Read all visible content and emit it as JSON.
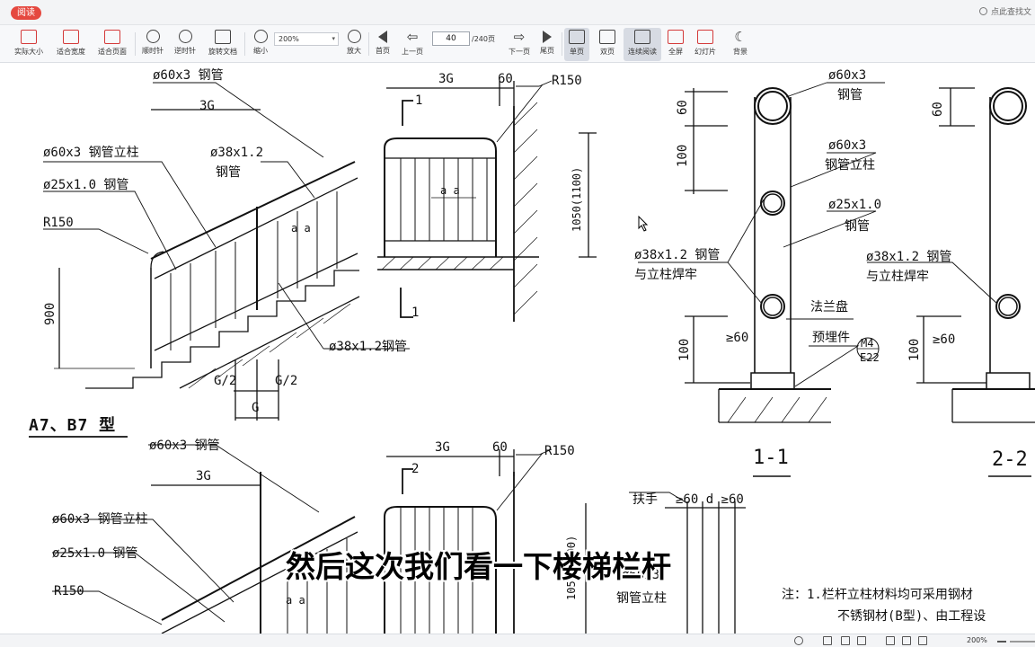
{
  "titlebar": {
    "badge": "阅读",
    "search_text": "点此查找文"
  },
  "toolbar": {
    "buttons": [
      {
        "label": "实际大小",
        "icon": "actual-size-icon"
      },
      {
        "label": "适合宽度",
        "icon": "fit-width-icon"
      },
      {
        "label": "适合页面",
        "icon": "fit-page-icon"
      },
      {
        "label": "顺时针",
        "icon": "rotate-clockwise-icon"
      },
      {
        "label": "逆时针",
        "icon": "rotate-counterclockwise-icon"
      },
      {
        "label": "旋转文档",
        "icon": "rotate-document-icon"
      },
      {
        "label": "缩小",
        "icon": "zoom-out-icon"
      },
      {
        "label": "放大",
        "icon": "zoom-in-icon"
      },
      {
        "label": "首页",
        "icon": "first-page-icon"
      },
      {
        "label": "上一页",
        "icon": "previous-page-icon"
      },
      {
        "label": "下一页",
        "icon": "next-page-icon"
      },
      {
        "label": "尾页",
        "icon": "last-page-icon"
      },
      {
        "label": "单页",
        "icon": "single-page-icon"
      },
      {
        "label": "双页",
        "icon": "double-page-icon"
      },
      {
        "label": "连续阅读",
        "icon": "continuous-reading-icon"
      },
      {
        "label": "全屏",
        "icon": "fullscreen-icon"
      },
      {
        "label": "幻灯片",
        "icon": "slideshow-icon"
      },
      {
        "label": "背景",
        "icon": "background-icon"
      }
    ],
    "zoom_value": "200%",
    "current_page": "40",
    "total_pages": "/240页"
  },
  "document": {
    "labels": {
      "tl_pipe60": "ø60x3 钢管",
      "tl_3g": "3G",
      "tl_post": "ø60x3 钢管立柱",
      "tl_38a": "ø38x1.2",
      "tl_38b": "钢管",
      "tl_25": "ø25x1.0 钢管",
      "tl_r150": "R150",
      "tl_aa": "a a",
      "tl_900": "900",
      "tl_38c": "ø38x1.2钢管",
      "tl_g2a": "G/2",
      "tl_g2b": "G/2",
      "tl_g": "G",
      "type_a7b7": "A7、B7 型",
      "s1_3g": "3G",
      "s1_60": "60",
      "s1_r150": "R150",
      "s1_mark": "1",
      "s1_aa": "a a",
      "s1_1050": "1050(1100)",
      "s1_l1": "1",
      "sec_60x3": "ø60x3",
      "sec_pipe": "钢管",
      "sec_60": "60",
      "sec_100a": "100",
      "sec_60x3b": "ø60x3",
      "sec_postb": "钢管立柱",
      "sec_25": "ø25x1.0",
      "sec_25b": "钢管",
      "sec_38": "ø38x1.2 钢管",
      "sec_weld": "与立柱焊牢",
      "sec_flange": "法兰盘",
      "sec_embed": "预埋件",
      "sec_ge60": "≥60",
      "sec_100b": "100",
      "sec_m4": "M4",
      "sec_e22": "E22",
      "sec_11": "1-1",
      "sec2_60": "60",
      "sec2_38": "ø38x1.2 钢管",
      "sec2_weld": "与立柱焊牢",
      "sec2_ge60": "≥60",
      "sec2_100": "100",
      "sec_22": "2-2",
      "bl_pipe60": "ø60x3 钢管",
      "bl_3g": "3G",
      "bl_post": "ø60x3 钢管立柱",
      "bl_25": "ø25x1.0 钢管",
      "bl_r150": "R150",
      "bl_aa": "a a",
      "s2_3g": "3G",
      "s2_60": "60",
      "s2_r150": "R150",
      "s2_mark": "2",
      "s2_1050": "1050(1100)",
      "s2_post": "ø60x3",
      "s2_post2": "钢管立柱",
      "handrail": "扶手",
      "dims": "≥60 d ≥60",
      "note1": "注：1.栏杆立柱材料均可采用钢材",
      "note2": "不锈钢材(B型)、由工程设"
    },
    "subtitle": "然后这次我们看一下楼梯栏杆"
  },
  "statusbar": {
    "zoom": "200%"
  }
}
